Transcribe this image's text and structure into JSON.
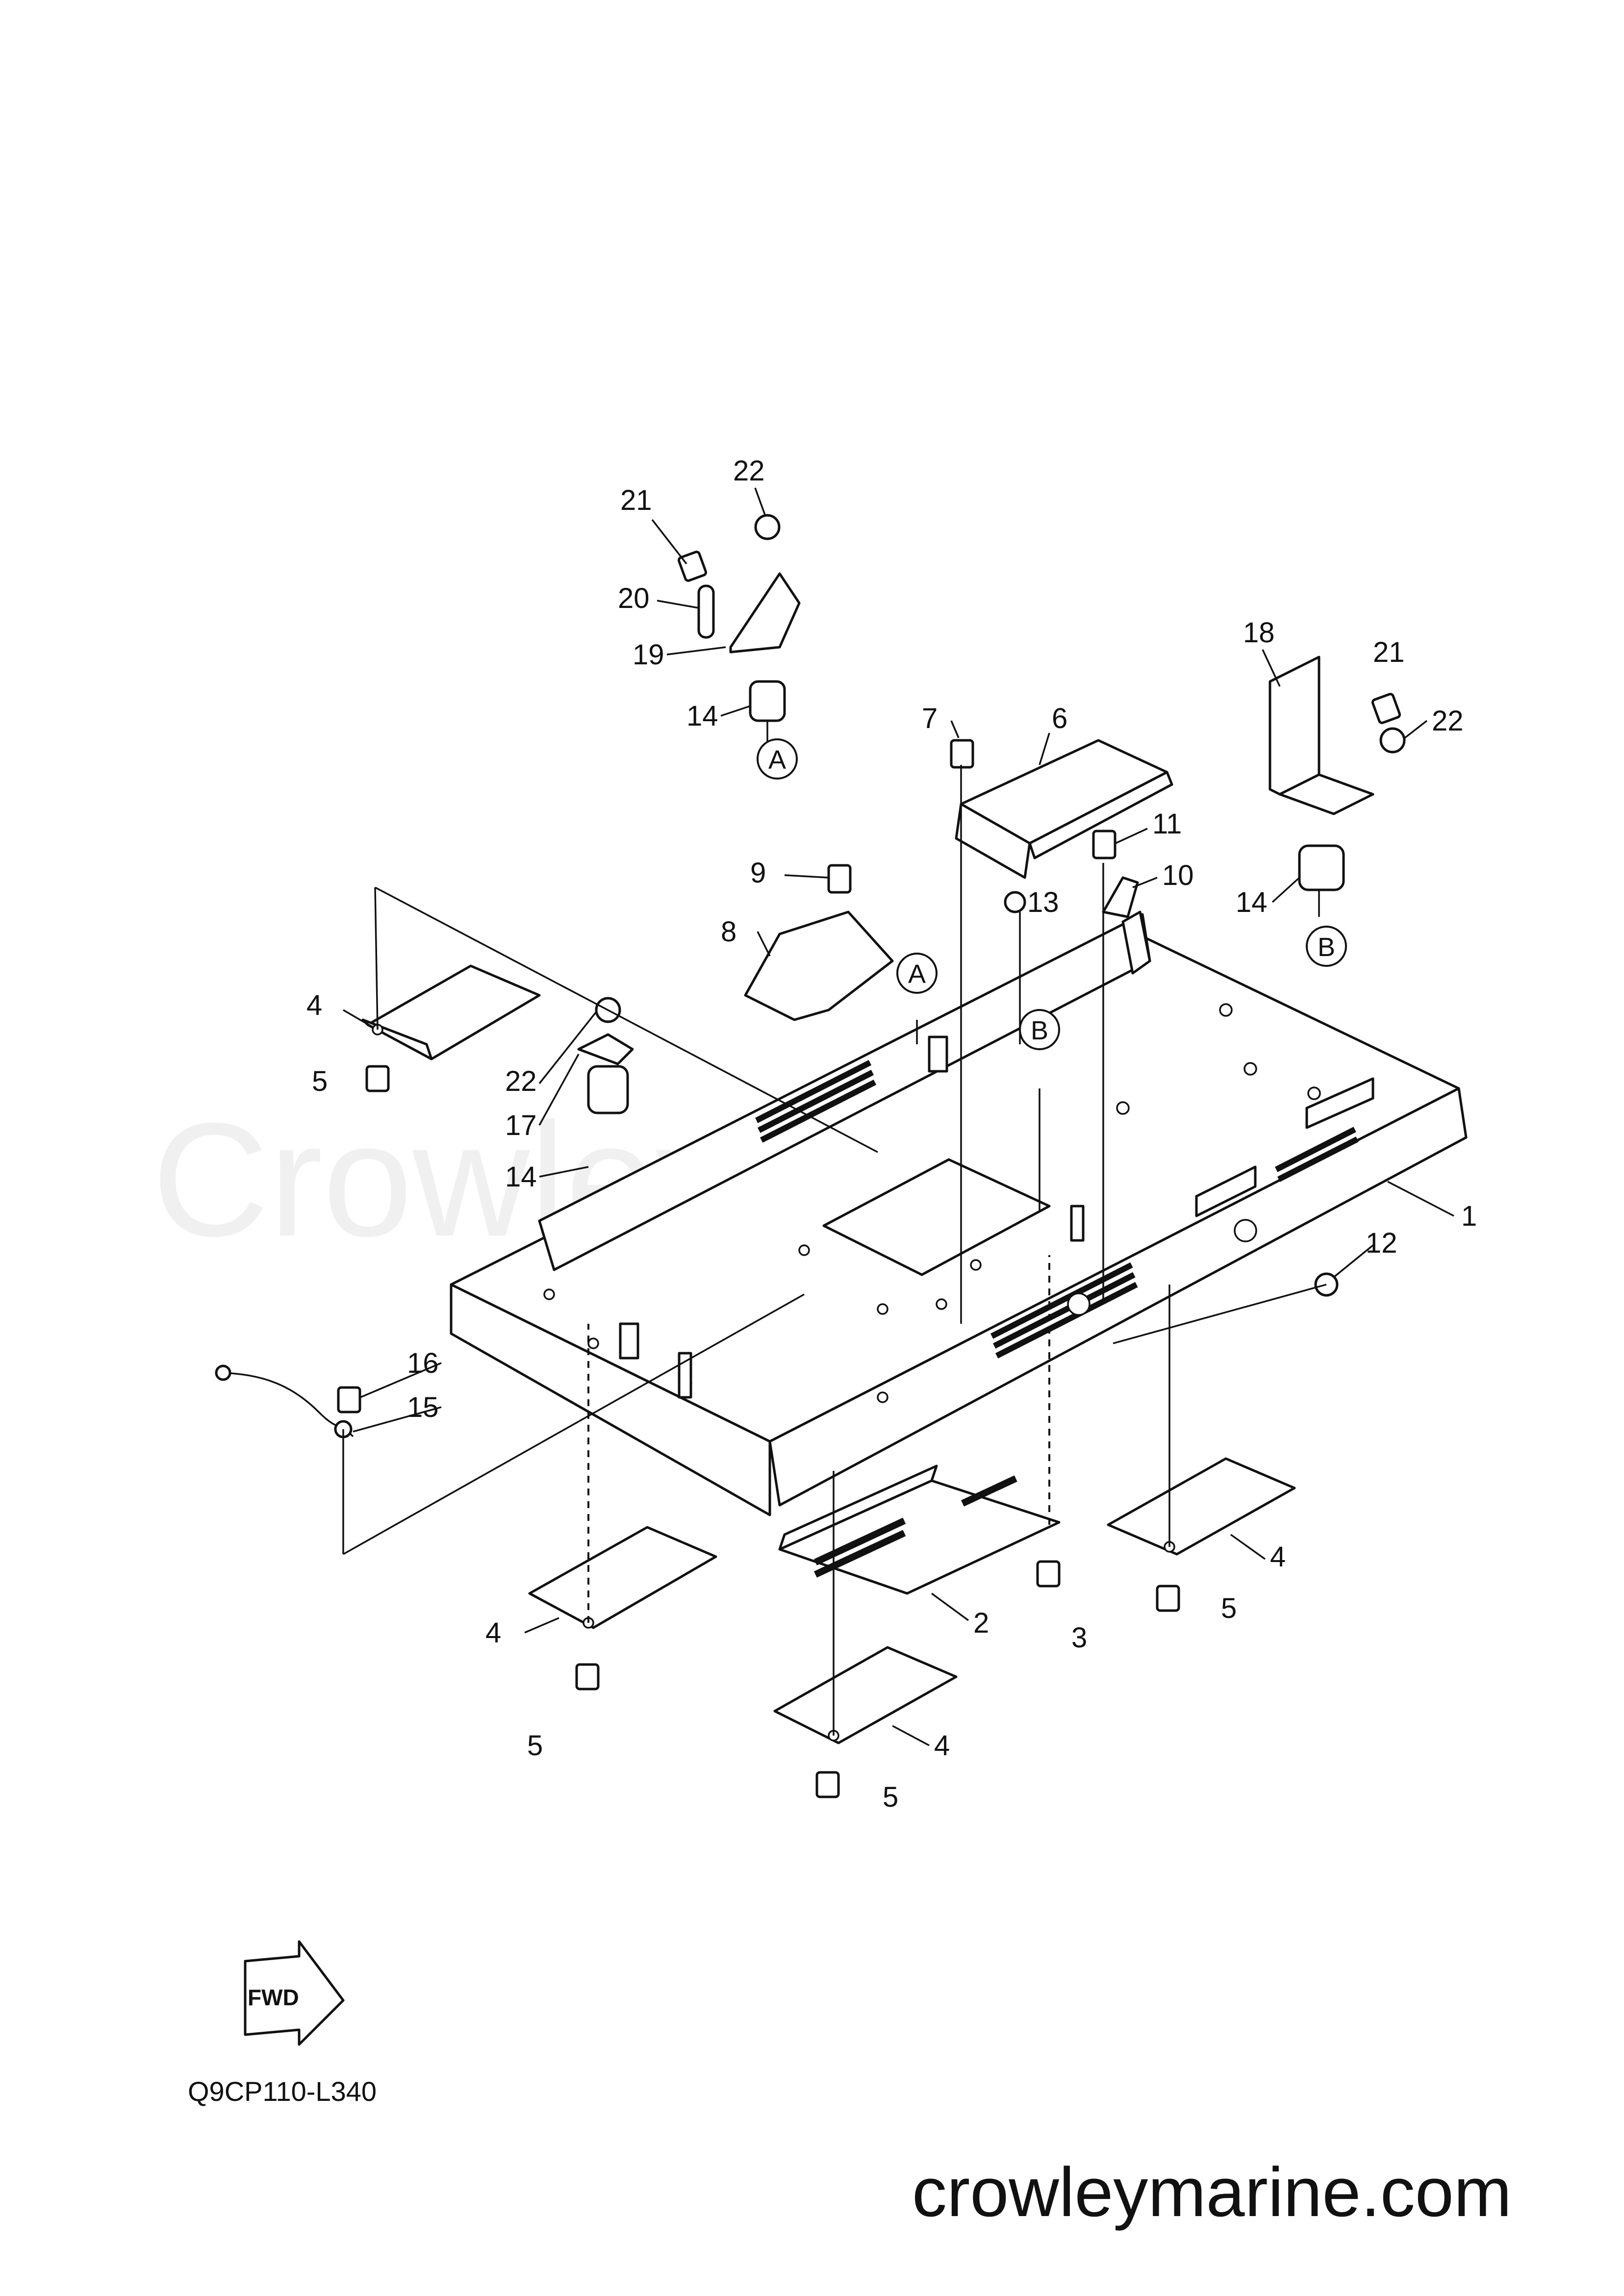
{
  "diagram": {
    "watermark": "Crowley Marine",
    "drawing_code": "Q9CP110-L340",
    "site_url": "crowleymarine.com",
    "fwd_label": "FWD",
    "ref_markers": [
      "A",
      "B"
    ],
    "callouts": [
      "1",
      "2",
      "3",
      "4",
      "5",
      "6",
      "7",
      "8",
      "9",
      "10",
      "11",
      "12",
      "13",
      "14",
      "15",
      "16",
      "17",
      "18",
      "19",
      "20",
      "21",
      "22"
    ]
  }
}
